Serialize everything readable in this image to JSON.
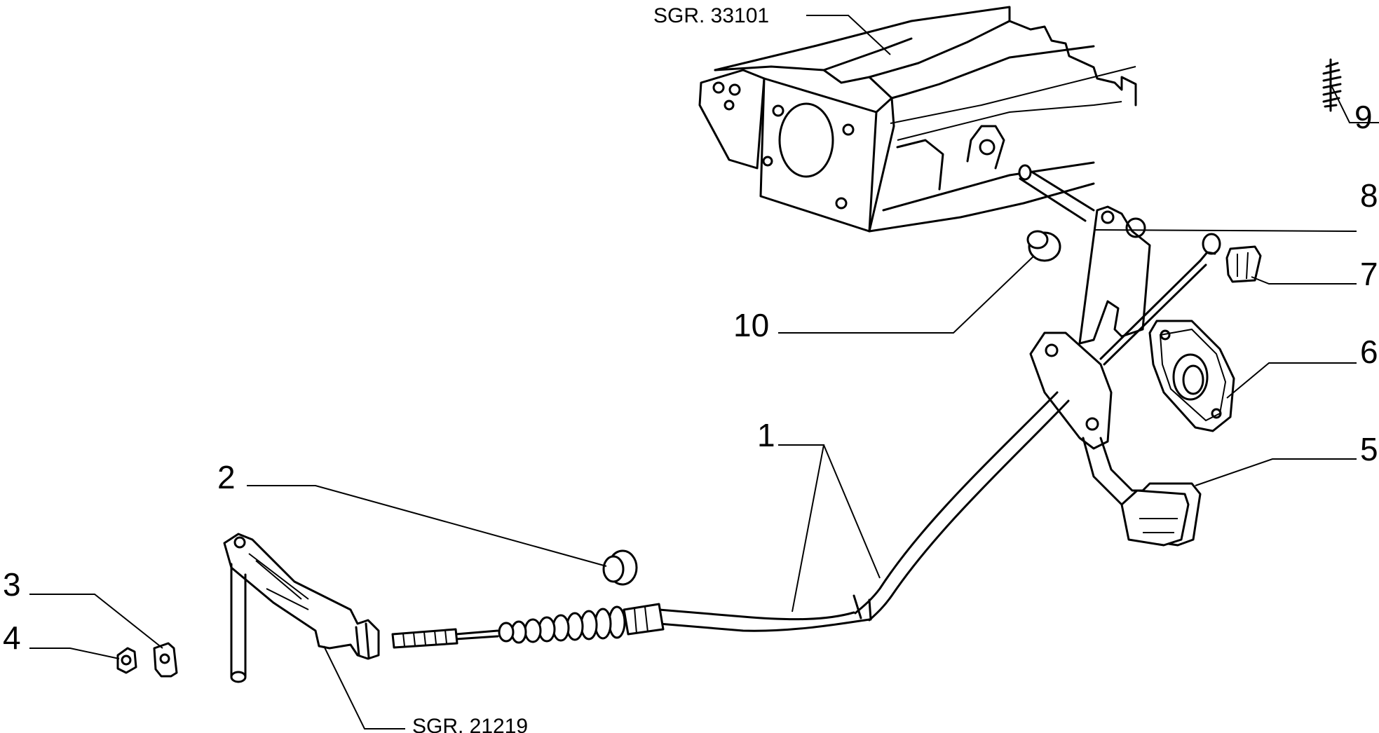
{
  "diagram": {
    "references": {
      "top": "SGR. 33101",
      "bottom": "SGR. 21219"
    },
    "callouts": {
      "c1": "1",
      "c2": "2",
      "c3": "3",
      "c4": "4",
      "c5": "5",
      "c6": "6",
      "c7": "7",
      "c8": "8",
      "c9": "9",
      "c10": "10"
    },
    "colors": {
      "line": "#000000",
      "background": "#ffffff"
    }
  }
}
